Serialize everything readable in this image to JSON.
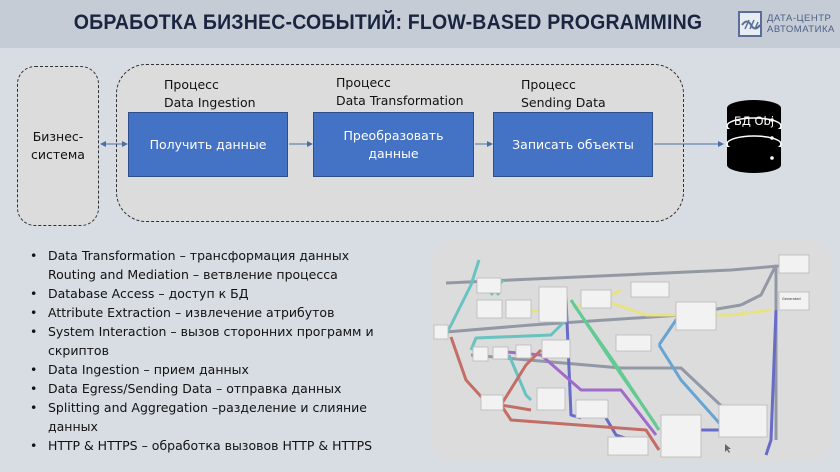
{
  "header": {
    "title": "ОБРАБОТКА БИЗНЕС-СОБЫТИЙ: FLOW-BASED PROGRAMMING",
    "logo": {
      "icon": "datacenter-logo-icon",
      "line1": "ДАТА-ЦЕНТР",
      "line2": "АВТОМАТИКА"
    }
  },
  "diagram": {
    "business_system": {
      "line1": "Бизнес-",
      "line2": "система"
    },
    "processes": [
      {
        "caption1": "Процесс",
        "caption2": "Data Ingestion",
        "box_label": "Получить данные"
      },
      {
        "caption1": "Процесс",
        "caption2": "Data Transformation",
        "box_label_line1": "Преобразовать",
        "box_label_line2": "данные"
      },
      {
        "caption1": "Процесс",
        "caption2": "Sending Data",
        "box_label": "Записать объекты"
      }
    ],
    "database": {
      "icon": "database-icon",
      "label": "БД Obj"
    },
    "colors": {
      "process_box": "#4472c4",
      "arrow": "#4a6fa8",
      "db": "#000000"
    }
  },
  "bullets": [
    {
      "line1": "Data Transformation – трансформация данных",
      "line2": "Routing and Mediation – ветвление процесса"
    },
    {
      "line1": "Database Access – доступ к БД"
    },
    {
      "line1": "Attribute Extraction – извлечение атрибутов"
    },
    {
      "line1": "System Interaction – вызов сторонних программ и",
      "line2": "скриптов"
    },
    {
      "line1": "Data Ingestion – прием данных"
    },
    {
      "line1": "Data Egress/Sending Data – отправка данных"
    },
    {
      "line1": "Splitting and Aggregation –разделение и слияние",
      "line2": "данных"
    },
    {
      "line1": "HTTP & HTTPS – обработка вызовов HTTP & HTTPS"
    }
  ],
  "flow_graph": {
    "description": "flow-based programming node graph screenshot",
    "readable_node": "Generated",
    "wire_colors": {
      "teal": "#5cc0bd",
      "gray": "#8a919e",
      "yellow": "#e9e37a",
      "blue": "#5b5fc7",
      "green": "#55c98a",
      "purple": "#9b5fc9",
      "red": "#c0625a",
      "lightblue": "#5a9fd4"
    }
  }
}
